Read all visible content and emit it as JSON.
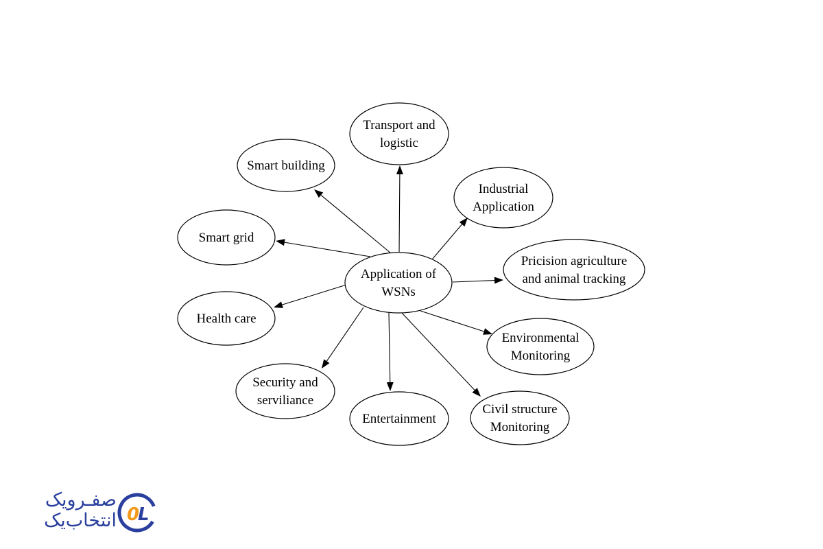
{
  "diagram": {
    "center": {
      "id": "center",
      "lines": [
        "Application of",
        "WSNs"
      ]
    },
    "nodes": [
      {
        "id": "transport",
        "lines": [
          "Transport and",
          "logistic"
        ]
      },
      {
        "id": "smart-building",
        "lines": [
          "Smart building"
        ]
      },
      {
        "id": "industrial",
        "lines": [
          "Industrial",
          "Application"
        ]
      },
      {
        "id": "smart-grid",
        "lines": [
          "Smart grid"
        ]
      },
      {
        "id": "precision-agri",
        "lines": [
          "Pricision agriculture",
          "and animal tracking"
        ]
      },
      {
        "id": "health-care",
        "lines": [
          "Health care"
        ]
      },
      {
        "id": "environmental",
        "lines": [
          "Environmental",
          "Monitoring"
        ]
      },
      {
        "id": "security",
        "lines": [
          "Security and",
          "serviliance"
        ]
      },
      {
        "id": "entertainment",
        "lines": [
          "Entertainment"
        ]
      },
      {
        "id": "civil",
        "lines": [
          "Civil structure",
          "Monitoring"
        ]
      }
    ],
    "edges": [
      {
        "from": "center",
        "to": "transport"
      },
      {
        "from": "center",
        "to": "smart-building"
      },
      {
        "from": "center",
        "to": "industrial"
      },
      {
        "from": "center",
        "to": "smart-grid"
      },
      {
        "from": "center",
        "to": "precision-agri"
      },
      {
        "from": "center",
        "to": "health-care"
      },
      {
        "from": "center",
        "to": "environmental"
      },
      {
        "from": "center",
        "to": "security"
      },
      {
        "from": "center",
        "to": "entertainment"
      },
      {
        "from": "center",
        "to": "civil"
      }
    ]
  },
  "logo": {
    "line1": "صفـرویک",
    "line2": "انتخاب‌یک",
    "mark_letters": "0L",
    "colors": {
      "blue": "#2a3f9e",
      "orange": "#f39a1e"
    }
  }
}
